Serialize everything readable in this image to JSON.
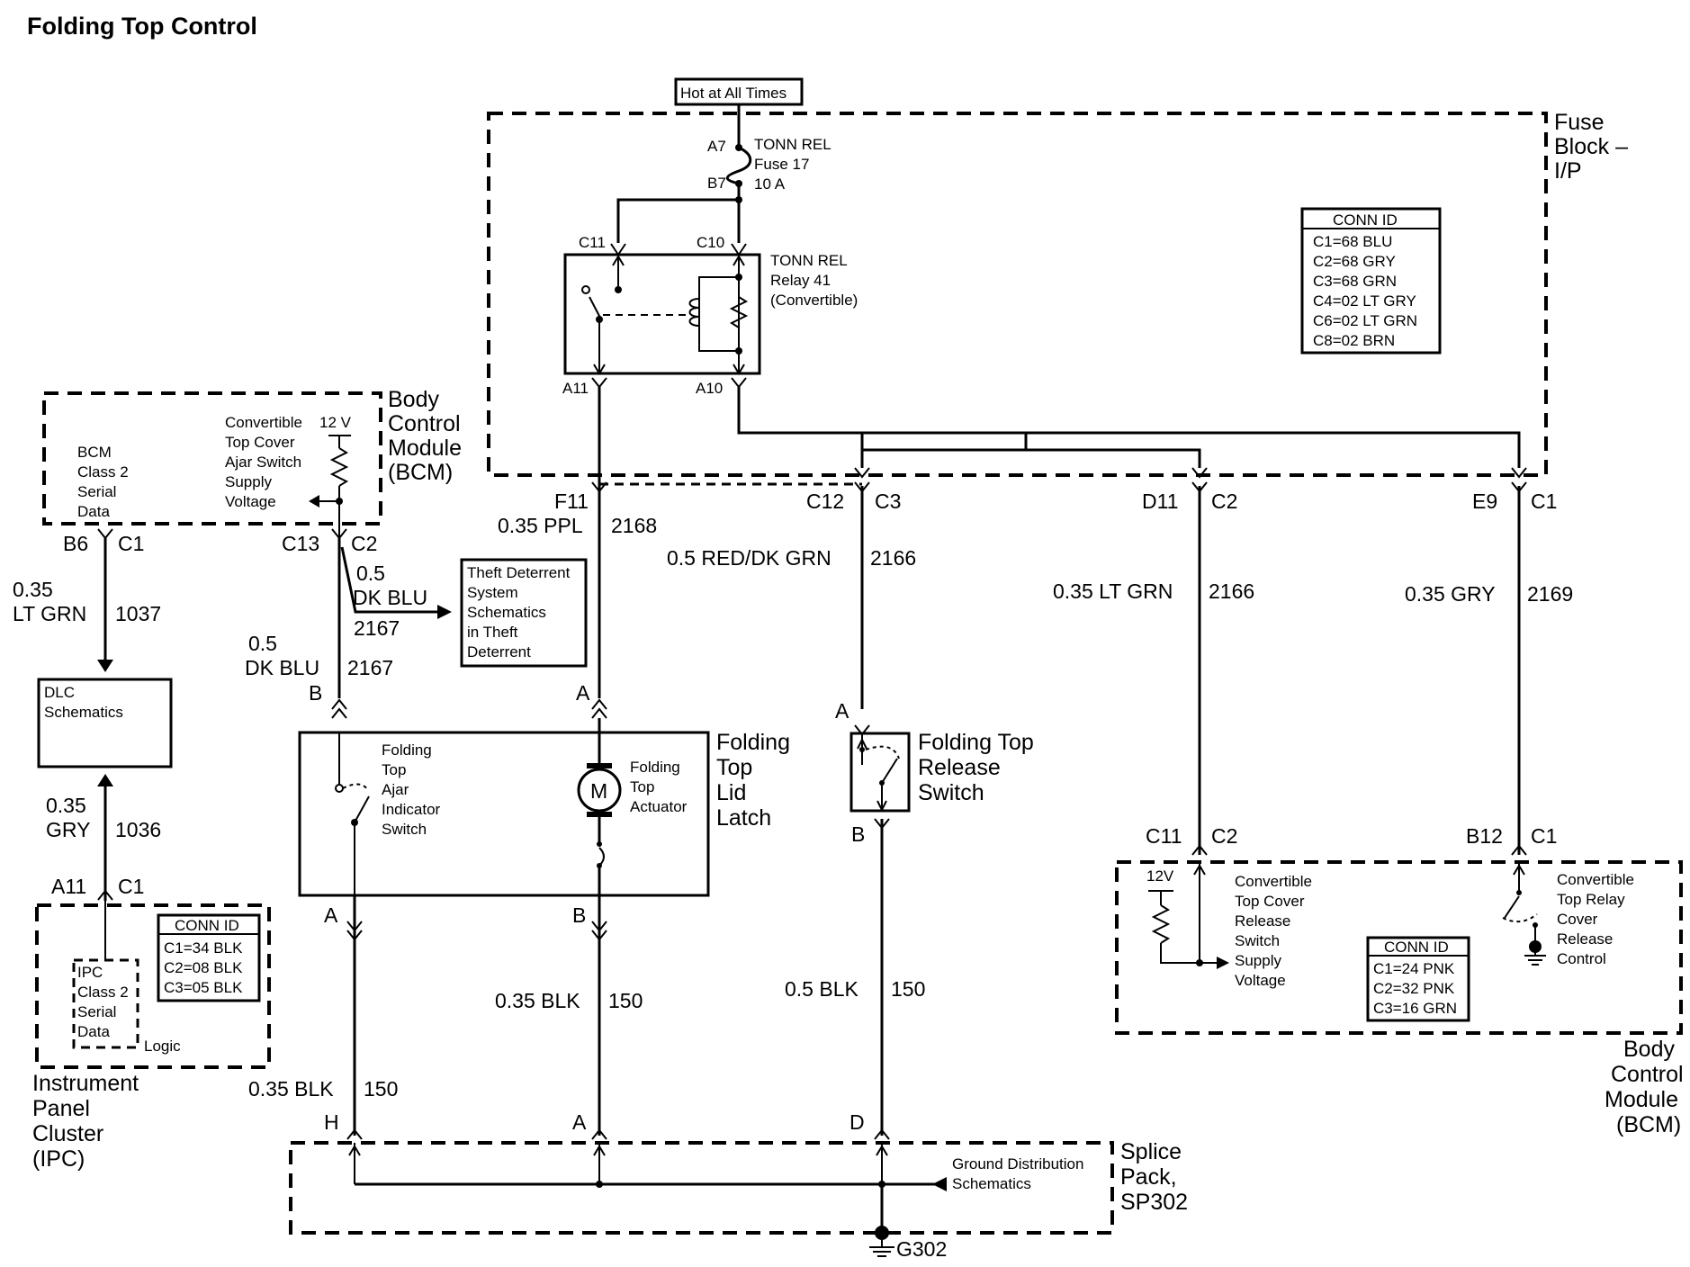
{
  "title": "Folding Top Control",
  "power": {
    "label": "Hot at All Times"
  },
  "fuse_block": {
    "name": [
      "Fuse",
      "Block –",
      "I/P"
    ],
    "fuse": {
      "pin_in": "A7",
      "pin_out": "B7",
      "label": [
        "TONN REL",
        "Fuse 17",
        "10 A"
      ]
    },
    "relay": {
      "label": [
        "TONN REL",
        "Relay 41",
        "(Convertible)"
      ],
      "pins": {
        "c11": "C11",
        "c10": "C10",
        "a11": "A11",
        "a10": "A10"
      }
    },
    "conn_id": {
      "header": "CONN ID",
      "rows": [
        "C1=68 BLU",
        "C2=68 GRY",
        "C3=68 GRN",
        "C4=02 LT GRY",
        "C6=02 LT GRN",
        "C8=02 BRN"
      ]
    }
  },
  "bcm_left": {
    "name": [
      "Body",
      "Control",
      "Module",
      "(BCM)"
    ],
    "serial_label": [
      "BCM",
      "Class 2",
      "Serial",
      "Data"
    ],
    "supply_label": [
      "Convertible",
      "Top Cover",
      "Ajar Switch",
      "Supply",
      "Voltage"
    ],
    "voltage": "12 V",
    "pins": {
      "b6": "B6",
      "c1": "C1",
      "c13": "C13",
      "c2": "C2"
    }
  },
  "wires": {
    "w1037": {
      "gauge": [
        "0.35",
        "LT GRN"
      ],
      "circuit": "1037"
    },
    "w1036": {
      "gauge": [
        "0.35",
        "GRY"
      ],
      "circuit": "1036"
    },
    "w2167a": {
      "gauge": [
        "0.5",
        "DK BLU"
      ],
      "circuit": "2167"
    },
    "w2167b": {
      "gauge": [
        "0.5",
        "DK BLU"
      ],
      "circuit": "2167"
    },
    "w2168": {
      "gauge": "0.35 PPL",
      "circuit": "2168"
    },
    "w2166a": {
      "gauge": "0.5 RED/DK GRN",
      "circuit": "2166"
    },
    "w2166b": {
      "gauge": "0.35 LT GRN",
      "circuit": "2166"
    },
    "w2169": {
      "gauge": "0.35 GRY",
      "circuit": "2169"
    },
    "w150a": {
      "gauge": "0.35 BLK",
      "circuit": "150"
    },
    "w150b": {
      "gauge": "0.5 BLK",
      "circuit": "150"
    },
    "w150c": {
      "gauge": "0.35 BLK",
      "circuit": "150"
    }
  },
  "connectors": {
    "f11": "F11",
    "c12": "C12",
    "c3": "C3",
    "d11": "D11",
    "c2a": "C2",
    "e9": "E9",
    "c1a": "C1",
    "c11b": "C11",
    "c2b": "C2",
    "b12": "B12",
    "c1b": "C1",
    "a11": "A11",
    "c1c": "C1",
    "latch_b": "B",
    "latch_a": "A",
    "latch_a2": "A",
    "latch_b2": "B",
    "rel_a": "A",
    "rel_b": "B",
    "sp_h": "H",
    "sp_a": "A",
    "sp_d": "D"
  },
  "dlc": {
    "label": [
      "DLC",
      "Schematics"
    ]
  },
  "theft": {
    "label": [
      "Theft Deterrent",
      "System",
      "Schematics",
      "in Theft",
      "Deterrent"
    ]
  },
  "latch": {
    "name": [
      "Folding",
      "Top",
      "Lid",
      "Latch"
    ],
    "ajar_switch": [
      "Folding",
      "Top",
      "Ajar",
      "Indicator",
      "Switch"
    ],
    "actuator": [
      "Folding",
      "Top",
      "Actuator"
    ],
    "motor": "M"
  },
  "release_switch": {
    "name": [
      "Folding Top",
      "Release",
      "Switch"
    ]
  },
  "bcm_right": {
    "name": [
      "Body",
      "Control",
      "Module",
      "(BCM)"
    ],
    "voltage": "12V",
    "supply_label": [
      "Convertible",
      "Top Cover",
      "Release",
      "Switch",
      "Supply",
      "Voltage"
    ],
    "control_label": [
      "Convertible",
      "Top Relay",
      "Cover",
      "Release",
      "Control"
    ],
    "conn_id": {
      "header": "CONN ID",
      "rows": [
        "C1=24 PNK",
        "C2=32 PNK",
        "C3=16 GRN"
      ]
    }
  },
  "ipc": {
    "name": [
      "Instrument",
      "Panel",
      "Cluster",
      "(IPC)"
    ],
    "serial_label": [
      "IPC",
      "Class 2",
      "Serial",
      "Data"
    ],
    "logic": "Logic",
    "conn_id": {
      "header": "CONN ID",
      "rows": [
        "C1=34 BLK",
        "C2=08 BLK",
        "C3=05 BLK"
      ]
    }
  },
  "splice": {
    "name": [
      "Splice",
      "Pack,",
      "SP302"
    ],
    "ground_label": [
      "Ground Distribution",
      "Schematics"
    ]
  },
  "ground": "G302"
}
